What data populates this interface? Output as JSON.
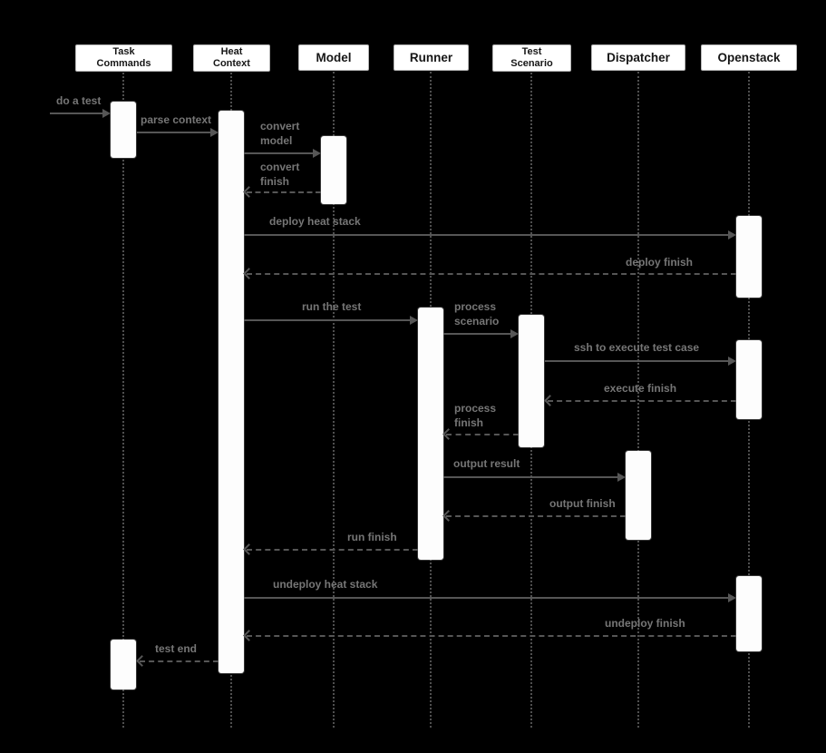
{
  "diagram_type": "uml-sequence-diagram",
  "colors": {
    "background": "#000000",
    "participant_fill": "#ffffff",
    "participant_text": "#161616",
    "activation_fill": "#fdfdfd",
    "arrow": "#565656",
    "message_text": "#767676",
    "lifeline": "#4f4f4f"
  },
  "participants": [
    {
      "label": "Task\nCommands"
    },
    {
      "label": "Heat\nContext"
    },
    {
      "label": "Model"
    },
    {
      "label": "Runner"
    },
    {
      "label": "Test\nScenario"
    },
    {
      "label": "Dispatcher"
    },
    {
      "label": "Openstack"
    }
  ],
  "messages": [
    {
      "label": "do a test",
      "type": "solid",
      "from": "external",
      "to": "Task Commands"
    },
    {
      "label": "parse context",
      "type": "solid",
      "from": "Task Commands",
      "to": "Heat Context"
    },
    {
      "label": "convert\nmodel",
      "type": "solid",
      "from": "Heat Context",
      "to": "Model"
    },
    {
      "label": "convert\nfinish",
      "type": "dashed",
      "from": "Model",
      "to": "Heat Context"
    },
    {
      "label": "deploy heat stack",
      "type": "solid",
      "from": "Heat Context",
      "to": "Openstack"
    },
    {
      "label": "deploy finish",
      "type": "dashed",
      "from": "Openstack",
      "to": "Heat Context"
    },
    {
      "label": "run the test",
      "type": "solid",
      "from": "Heat Context",
      "to": "Runner"
    },
    {
      "label": "process\nscenario",
      "type": "solid",
      "from": "Runner",
      "to": "Test Scenario"
    },
    {
      "label": "ssh to execute test case",
      "type": "solid",
      "from": "Test Scenario",
      "to": "Openstack"
    },
    {
      "label": "execute finish",
      "type": "dashed",
      "from": "Openstack",
      "to": "Test Scenario"
    },
    {
      "label": "process\nfinish",
      "type": "dashed",
      "from": "Test Scenario",
      "to": "Runner"
    },
    {
      "label": "output result",
      "type": "solid",
      "from": "Runner",
      "to": "Dispatcher"
    },
    {
      "label": "output finish",
      "type": "dashed",
      "from": "Dispatcher",
      "to": "Runner"
    },
    {
      "label": "run finish",
      "type": "dashed",
      "from": "Runner",
      "to": "Heat Context"
    },
    {
      "label": "undeploy heat stack",
      "type": "solid",
      "from": "Heat Context",
      "to": "Openstack"
    },
    {
      "label": "undeploy finish",
      "type": "dashed",
      "from": "Openstack",
      "to": "Heat Context"
    },
    {
      "label": "test end",
      "type": "dashed",
      "from": "Heat Context",
      "to": "Task Commands"
    }
  ]
}
